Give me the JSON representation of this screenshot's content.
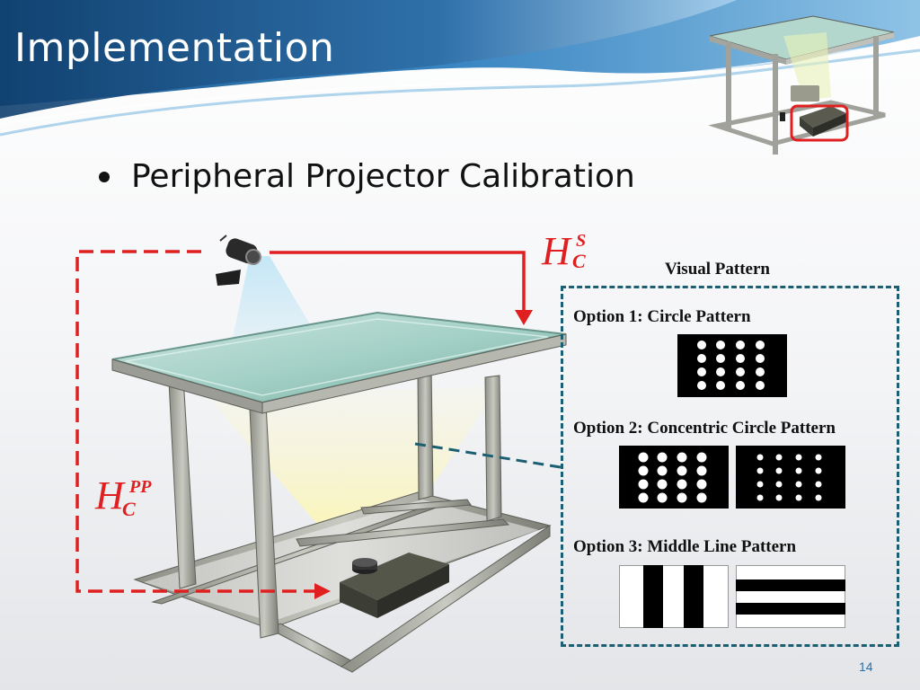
{
  "slide": {
    "title": "Implementation",
    "bullet": "Peripheral Projector Calibration",
    "page_number": "14"
  },
  "labels": {
    "h_cs": {
      "main": "H",
      "sup": "S",
      "sub": "C"
    },
    "h_cpp": {
      "main": "H",
      "sup": "PP",
      "sub": "C"
    }
  },
  "visual_pattern": {
    "heading": "Visual Pattern",
    "options": [
      {
        "label": "Option 1: Circle Pattern"
      },
      {
        "label": "Option 2: Concentric Circle Pattern"
      },
      {
        "label": "Option 3: Middle Line Pattern"
      }
    ]
  },
  "colors": {
    "annotation_red": "#e02020",
    "dashed_teal": "#1d5f72",
    "header_blue": "#1e5f96"
  }
}
